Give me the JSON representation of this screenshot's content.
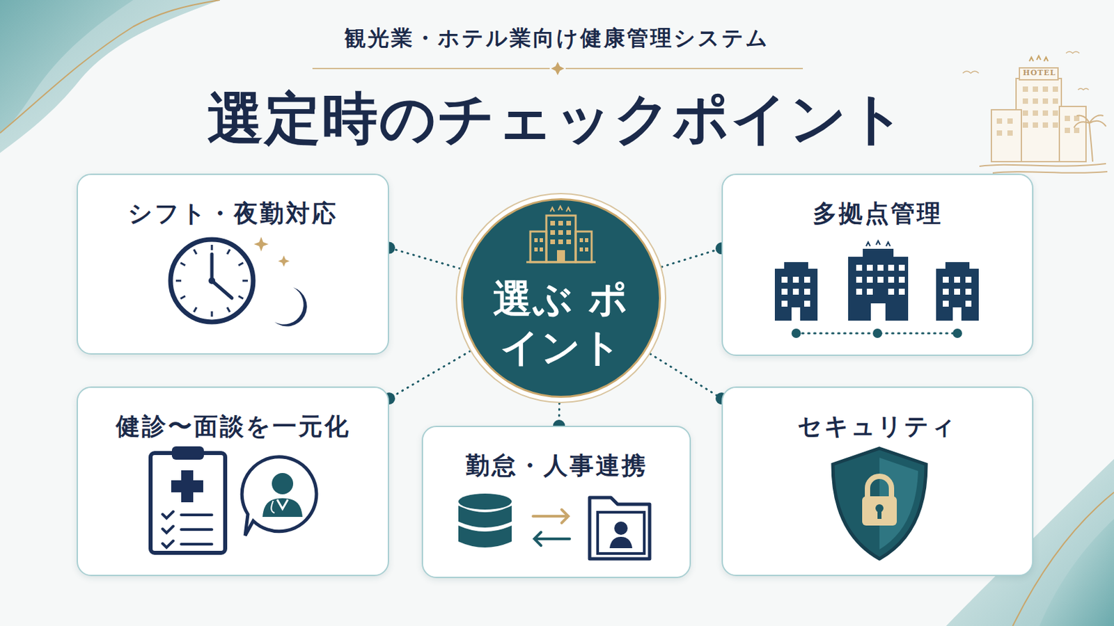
{
  "diagram": {
    "title": "選定時のチェックポイント",
    "nodes": [
      {
        "text": [
          "シフト・夜勤対応"
        ]
      },
      {
        "text": [
          "選ぶ ポイント"
        ]
      },
      {
        "text": [
          "多拠点管理"
        ]
      },
      {
        "text": [
          "健診〜面談を一元化"
        ]
      },
      {
        "text": [
          "勤怠・人事連携"
        ]
      },
      {
        "text": [
          "セキュリティ"
        ]
      }
    ],
    "edges": [
      {
        "from": 1,
        "to": 0,
        "arrow": "none"
      },
      {
        "from": 1,
        "to": 2,
        "arrow": "none"
      },
      {
        "from": 1,
        "to": 3,
        "arrow": "none"
      },
      {
        "from": 1,
        "to": 4,
        "arrow": "none"
      },
      {
        "from": 1,
        "to": 5,
        "arrow": "none"
      }
    ],
    "labels": [
      "観光業・ホテル業向け健康管理システム",
      "HOTEL"
    ]
  }
}
